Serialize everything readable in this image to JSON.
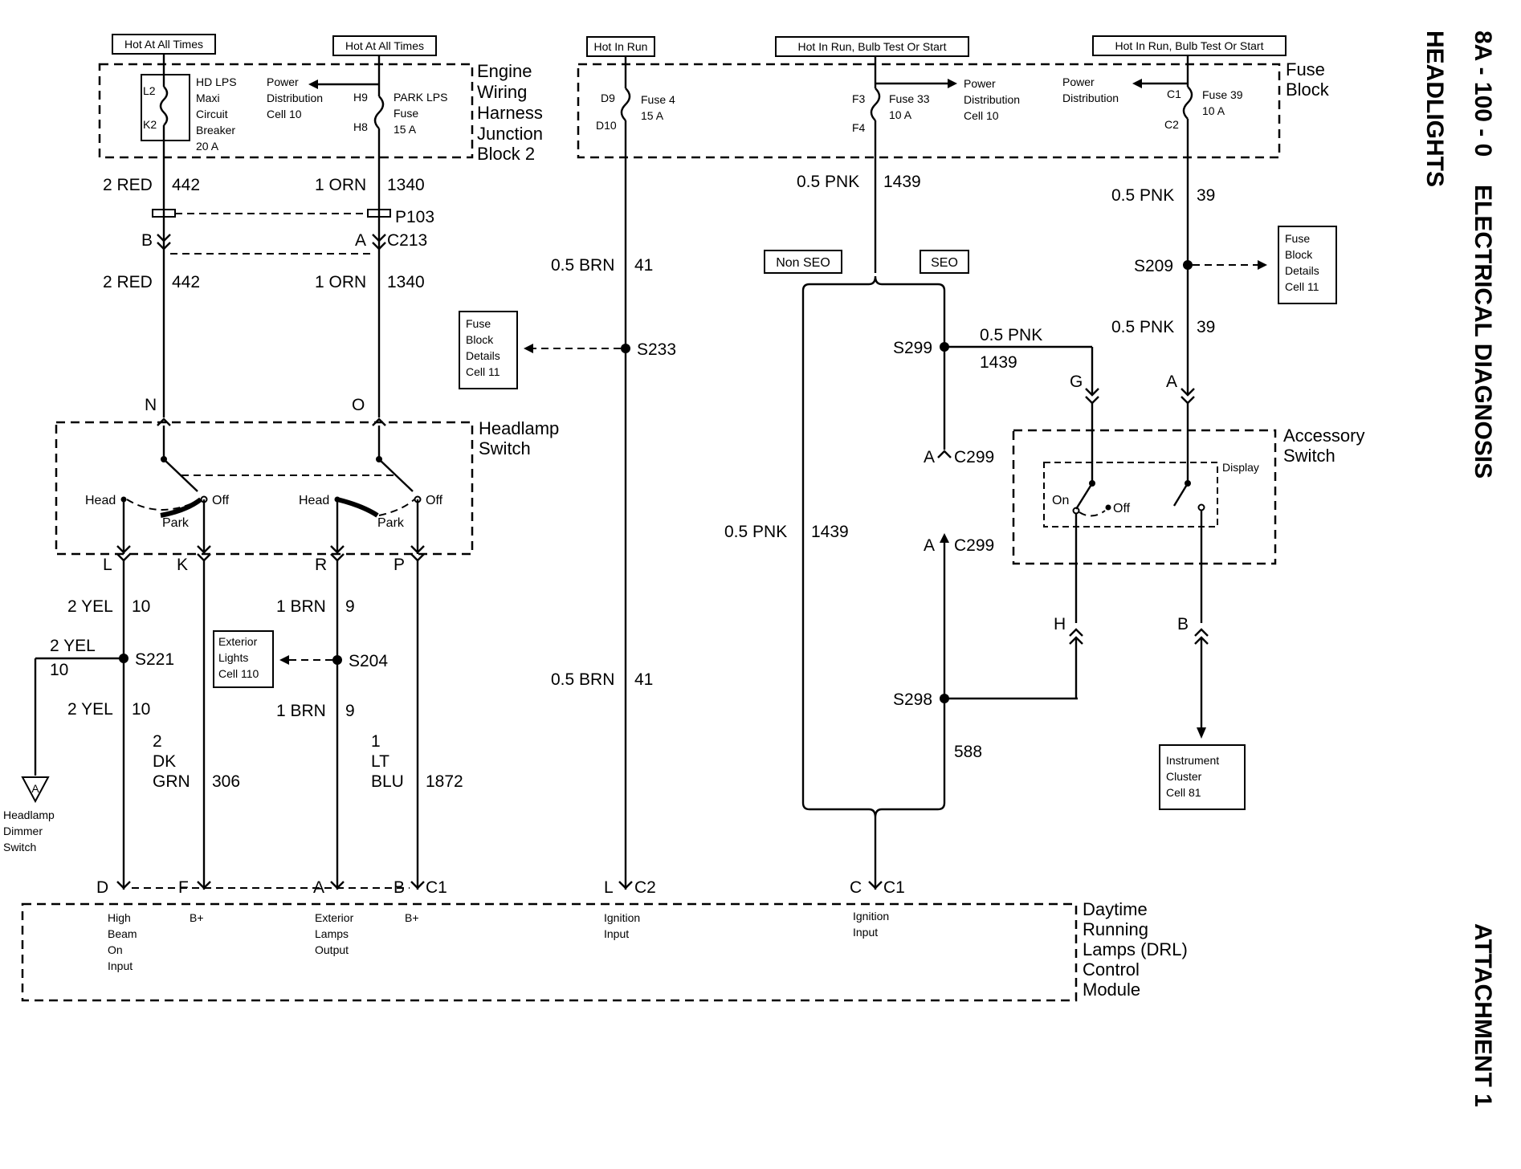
{
  "page": {
    "section_code": "8A - 100 - 0",
    "section_title": "ELECTRICAL DIAGNOSIS",
    "subsystem": "HEADLIGHTS",
    "attachment": "ATTACHMENT 1"
  },
  "power_headers": {
    "hot_at_all_times_1": "Hot At All Times",
    "hot_at_all_times_2": "Hot At All Times",
    "hot_in_run": "Hot In Run",
    "hot_run_bulb_1": "Hot In Run, Bulb Test Or Start",
    "hot_run_bulb_2": "Hot In Run, Bulb Test Or Start"
  },
  "engine_block": {
    "title_lines": [
      "Engine",
      "Wiring",
      "Harness",
      "Junction",
      "Block 2"
    ],
    "breaker_pins": [
      "L2",
      "K2"
    ],
    "breaker_lines": [
      "HD LPS",
      "Maxi",
      "Circuit",
      "Breaker",
      "20 A"
    ],
    "power_dist_lines": [
      "Power",
      "Distribution",
      "Cell 10"
    ],
    "park_pins": [
      "H9",
      "H8"
    ],
    "park_fuse_lines": [
      "PARK LPS",
      "Fuse",
      "15 A"
    ]
  },
  "fuse_block": {
    "title_lines": [
      "Fuse",
      "Block"
    ],
    "fuse4_pins": [
      "D9",
      "D10"
    ],
    "fuse4_lines": [
      "Fuse 4",
      "15 A"
    ],
    "fuse33_pins": [
      "F3",
      "F4"
    ],
    "fuse33_lines": [
      "Fuse 33",
      "10 A"
    ],
    "pd_right_lines": [
      "Power",
      "Distribution",
      "Cell 10"
    ],
    "pd_left_lines": [
      "Power",
      "Distribution"
    ],
    "fuse39_pins": [
      "C1",
      "C2"
    ],
    "fuse39_lines": [
      "Fuse 39",
      "10 A"
    ]
  },
  "wires": {
    "w442_color": "2 RED",
    "w442_num": "442",
    "w1340_color": "1 ORN",
    "w1340_num": "1340",
    "w41_color": "0.5 BRN",
    "w41_num": "41",
    "w1439_color": "0.5 PNK",
    "w1439_num": "1439",
    "w39_color": "0.5 PNK",
    "w39_num": "39",
    "w10_color": "2 YEL",
    "w10_num": "10",
    "w9_color": "1 BRN",
    "w9_num": "9",
    "w306_lines": [
      "2",
      "DK",
      "GRN"
    ],
    "w306_num": "306",
    "w1872_lines": [
      "1",
      "LT",
      "BLU"
    ],
    "w1872_num": "1872",
    "w588_num": "588"
  },
  "connectors": {
    "p103": "P103",
    "c213": "C213",
    "pin_b": "B",
    "pin_a": "A",
    "pin_n": "N",
    "pin_o": "O",
    "pin_l": "L",
    "pin_k": "K",
    "pin_r": "R",
    "pin_p": "P",
    "c299": "C299",
    "pin_g": "G",
    "pin_h": "H",
    "pin_b2": "B",
    "drl_d": "D",
    "drl_f": "F",
    "drl_a": "A",
    "drl_b": "B",
    "drl_c1": "C1",
    "drl_l": "L",
    "drl_c2": "C2",
    "drl_c": "C",
    "drl_c1b": "C1"
  },
  "splices": {
    "s233": "S233",
    "s209": "S209",
    "s299": "S299",
    "s298": "S298",
    "s221": "S221",
    "s204": "S204"
  },
  "refs": {
    "fuse_details_1": [
      "Fuse",
      "Block",
      "Details",
      "Cell 11"
    ],
    "fuse_details_2": [
      "Fuse",
      "Block",
      "Details",
      "Cell 11"
    ],
    "exterior_lights": [
      "Exterior",
      "Lights",
      "Cell 110"
    ],
    "instrument_cluster": [
      "Instrument",
      "Cluster",
      "Cell 81"
    ],
    "non_seo": "Non SEO",
    "seo": "SEO",
    "dimmer_switch": [
      "Headlamp",
      "Dimmer",
      "Switch"
    ],
    "dimmer_symbol": "A"
  },
  "headlamp_switch": {
    "title_lines": [
      "Headlamp",
      "Switch"
    ],
    "head": "Head",
    "off": "Off",
    "park": "Park"
  },
  "accessory_switch": {
    "title_lines": [
      "Accessory",
      "Switch"
    ],
    "on": "On",
    "off": "Off",
    "display": "Display"
  },
  "drl_module": {
    "title_lines": [
      "Daytime",
      "Running",
      "Lamps (DRL)",
      "Control",
      "Module"
    ],
    "high_beam_lines": [
      "High",
      "Beam",
      "On",
      "Input"
    ],
    "b_plus": "B+",
    "ext_lamps_lines": [
      "Exterior",
      "Lamps",
      "Output"
    ],
    "ign1_lines": [
      "Ignition",
      "Input"
    ],
    "ign2_lines": [
      "Ignition",
      "Input"
    ]
  }
}
